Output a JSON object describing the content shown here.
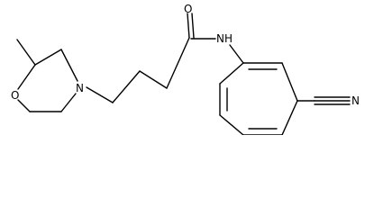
{
  "molecule": {
    "atoms": {
      "carbonyl_oxygen": "O",
      "amide_nitrogen": "NH",
      "morpholine_nitrogen": "N",
      "morpholine_oxygen": "O",
      "nitrile_nitrogen": "N"
    }
  }
}
